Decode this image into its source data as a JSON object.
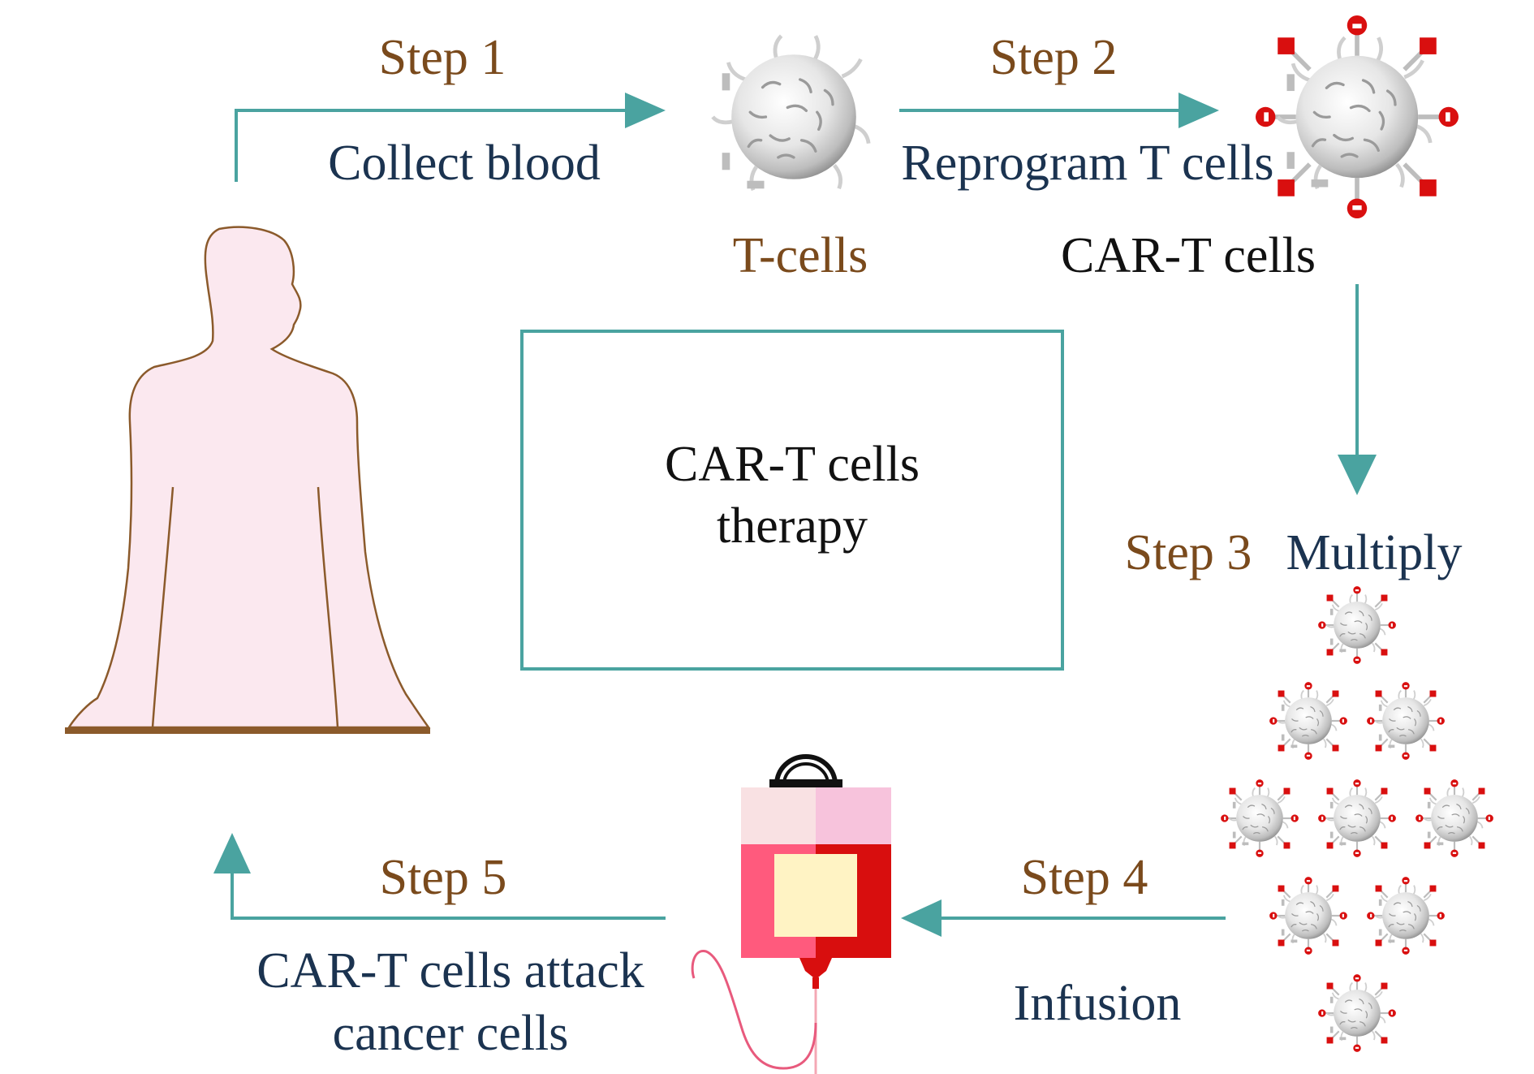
{
  "steps": {
    "s1": {
      "step": "Step 1",
      "action": "Collect blood"
    },
    "s2": {
      "step": "Step 2",
      "action": "Reprogram T cells"
    },
    "s3": {
      "step": "Step 3",
      "action": "Multiply"
    },
    "s4": {
      "step": "Step 4",
      "action": "Infusion"
    },
    "s5": {
      "step": "Step 5",
      "action_line1": "CAR-T cells attack",
      "action_line2": "cancer cells"
    }
  },
  "labels": {
    "tcells": "T-cells",
    "cart": "CAR-T cells"
  },
  "center": {
    "line1": "CAR-T cells",
    "line2": "therapy"
  },
  "colors": {
    "arrow": "#4aa3a0",
    "step_text": "#7a4a1c",
    "action_text": "#1b3350",
    "receptor": "#d90f0f",
    "body_fill": "#fbe8ef",
    "body_outline": "#8b5a2b",
    "bag_top_left": "#f9e1e3",
    "bag_top_right": "#f7c3dc",
    "bag_bottom_left": "#ff5a7d",
    "bag_bottom_right": "#d80e0e",
    "bag_label": "#fff3c4"
  },
  "icons": [
    "human-silhouette",
    "t-cell-icon",
    "car-t-cell-icon",
    "iv-bag-icon"
  ]
}
